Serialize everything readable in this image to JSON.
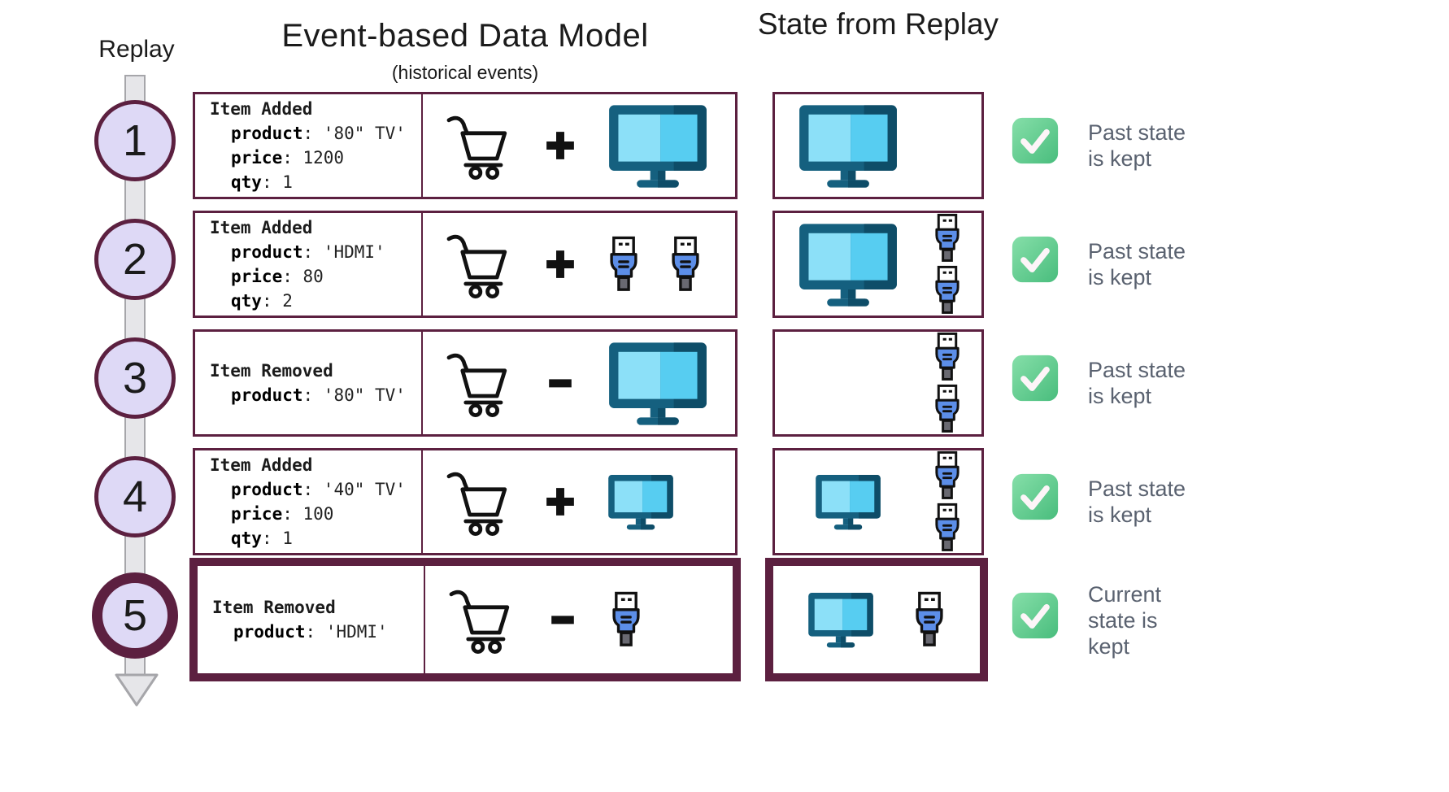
{
  "page": {
    "timeline_label": "Replay",
    "event_title": "Event-based Data Model",
    "event_subtitle": "(historical events)",
    "state_title": "State from Replay"
  },
  "colors": {
    "accent_maroon": "#5c2040",
    "circle_fill": "#ded9f6",
    "check_green": "#57c78a",
    "tv_frame": "#15607f",
    "tv_screen_light": "#8ce0f8",
    "tv_screen_dark": "#57cdf1",
    "hdmi_blue": "#5c8ee8",
    "label_gray": "#5a6270",
    "timeline_gray": "#e6e6e9"
  },
  "rows": [
    {
      "step": "1",
      "highlight": false,
      "event": {
        "title": "Item Added",
        "fields": [
          [
            "product",
            "'80\" TV'"
          ],
          [
            "price",
            "1200"
          ],
          [
            "qty",
            "1"
          ]
        ]
      },
      "op": "plus",
      "op_icons": [
        "tv-large"
      ],
      "state": {
        "tv": "large",
        "hdmi_count": 0,
        "hdmi_layout": "column"
      },
      "result": "Past state is kept"
    },
    {
      "step": "2",
      "highlight": false,
      "event": {
        "title": "Item Added",
        "fields": [
          [
            "product",
            "'HDMI'"
          ],
          [
            "price",
            "80"
          ],
          [
            "qty",
            "2"
          ]
        ]
      },
      "op": "plus",
      "op_icons": [
        "hdmi",
        "hdmi"
      ],
      "state": {
        "tv": "large",
        "hdmi_count": 2,
        "hdmi_layout": "column"
      },
      "result": "Past state is kept"
    },
    {
      "step": "3",
      "highlight": false,
      "event": {
        "title": "Item Removed",
        "fields": [
          [
            "product",
            "'80\" TV'"
          ]
        ]
      },
      "op": "minus",
      "op_icons": [
        "tv-large"
      ],
      "state": {
        "tv": null,
        "hdmi_count": 2,
        "hdmi_layout": "column"
      },
      "result": "Past state is kept"
    },
    {
      "step": "4",
      "highlight": false,
      "event": {
        "title": "Item Added",
        "fields": [
          [
            "product",
            "'40\" TV'"
          ],
          [
            "price",
            "100"
          ],
          [
            "qty",
            "1"
          ]
        ]
      },
      "op": "plus",
      "op_icons": [
        "tv-small"
      ],
      "state": {
        "tv": "small",
        "hdmi_count": 2,
        "hdmi_layout": "column"
      },
      "result": "Past state is kept"
    },
    {
      "step": "5",
      "highlight": true,
      "event": {
        "title": "Item Removed",
        "fields": [
          [
            "product",
            "'HDMI'"
          ]
        ]
      },
      "op": "minus",
      "op_icons": [
        "hdmi"
      ],
      "state": {
        "tv": "small",
        "hdmi_count": 1,
        "hdmi_layout": "inline"
      },
      "result": "Current state is kept"
    }
  ]
}
